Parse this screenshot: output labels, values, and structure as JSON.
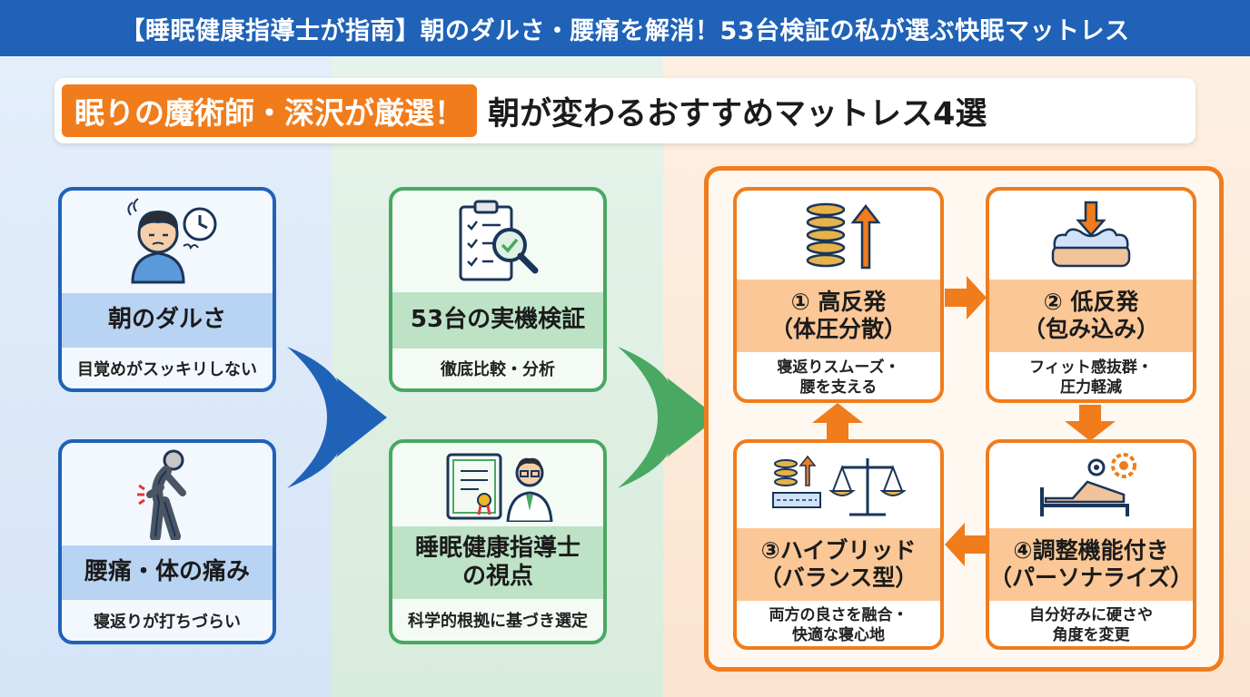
{
  "header": {
    "title": "【睡眠健康指導士が指南】朝のダルさ・腰痛を解消！53台検証の私が選ぶ快眠マットレス"
  },
  "banner": {
    "tag": "眠りの魔術師・深沢が厳選！",
    "main": "朝が変わるおすすめマットレス4選"
  },
  "problems": [
    {
      "title": "朝のダルさ",
      "sub": "目覚めがスッキリしない",
      "icon": "tired-person-clock-icon"
    },
    {
      "title": "腰痛・体の痛み",
      "sub": "寝返りが打ちづらい",
      "icon": "back-pain-icon"
    }
  ],
  "method": [
    {
      "title": "53台の実機検証",
      "sub": "徹底比較・分析",
      "icon": "checklist-magnifier-icon"
    },
    {
      "title_line1": "睡眠健康指導士",
      "title_line2": "の視点",
      "sub": "科学的根拠に基づき選定",
      "icon": "certificate-doctor-icon"
    }
  ],
  "types": [
    {
      "title_line1": "① 高反発",
      "title_line2": "（体圧分散）",
      "sub_line1": "寝返りスムーズ・",
      "sub_line2": "腰を支える",
      "icon": "spring-up-arrow-icon"
    },
    {
      "title_line1": "② 低反発",
      "title_line2": "（包み込み）",
      "sub_line1": "フィット感抜群・",
      "sub_line2": "圧力軽減",
      "icon": "foam-press-icon"
    },
    {
      "title_line1": "③ハイブリッド",
      "title_line2": "（バランス型）",
      "sub_line1": "両方の良さを融合・",
      "sub_line2": "快適な寝心地",
      "icon": "spring-balance-scale-icon"
    },
    {
      "title_line1": "④調整機能付き",
      "title_line2": "（パーソナライズ）",
      "sub_line1": "自分好みに硬さや",
      "sub_line2": "角度を変更",
      "icon": "adjustable-bed-gear-icon"
    }
  ],
  "colors": {
    "blue": "#1f62b8",
    "green": "#49a862",
    "orange": "#f07c1c"
  }
}
